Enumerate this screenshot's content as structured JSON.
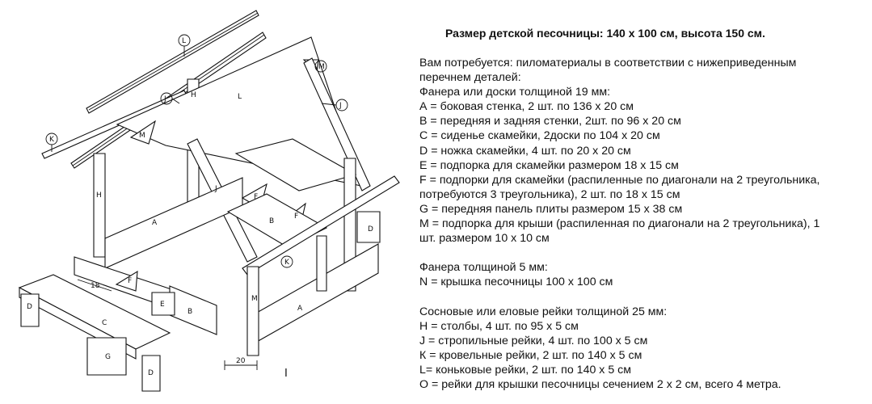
{
  "title": "Размер детской песочницы: 140 х 100 см, высота 150 см.",
  "lines": [
    "Вам потребуется: пиломатериалы в соответствии с нижеприведенным",
    "перечнем деталей:",
    "Фанера или доски толщиной 19 мм:",
    "А = боковая стенка, 2 шт. по 136 х 20 см",
    "В = передняя и задняя стенки, 2шт. по 96 х 20 см",
    "С = сиденье скамейки, 2доски по 104 х 20 см",
    "D = ножка скамейки, 4 шт. по 20 х 20 см",
    "E = подпорка для скамейки размером 18 х 15 см",
    "F = подпорки для скамейки (распиленные по диагонали на 2 треугольника,",
    "потребуются 3 треугольника), 2 шт. по 18 х 15 см",
    "G = передняя панель плиты размером 15 х 38 см",
    "М = подпорка для крыши (распиленная по диагонали на 2 треугольника), 1",
    "шт. размером 10 х 10 см",
    "",
    "Фанера толщиной 5 мм:",
    "N = крышка песочницы 100 х 100 см",
    "",
    "Сосновые или еловые рейки толщиной 25 мм:",
    "Н = столбы, 4 шт. по 95 х 5 см",
    "J = стропильные рейки, 4 шт. по 100 х 5 см",
    "К = кровельные рейки, 2 шт. по 140 х 5 см",
    "L= коньковые рейки, 2 шт. по 140 х 5 см",
    "О = рейки для крышки песочницы сечением 2 х 2 см, всего 4 метра."
  ],
  "drawing": {
    "labels": {
      "A": "A",
      "B": "B",
      "C": "C",
      "D": "D",
      "E": "E",
      "F": "F",
      "G": "G",
      "H": "H",
      "J": "J",
      "K": "K",
      "L": "L",
      "M": "M"
    },
    "dim_18": "18",
    "dim_20": "20",
    "cursor_mark": "I"
  }
}
